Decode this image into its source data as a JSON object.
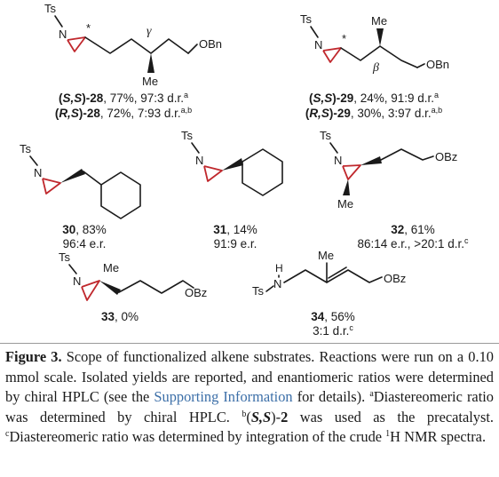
{
  "labels": {
    "ts": "Ts",
    "n": "N",
    "me": "Me",
    "obn": "OBn",
    "obz": "OBz",
    "h": "H",
    "star": "*",
    "gamma": "γ",
    "beta": "β"
  },
  "entries": {
    "e28": {
      "l1_pre": "(",
      "l1_ss": "S,S",
      "l1_mid": ")-",
      "l1_num": "28",
      "l1_txt": ", 77%, 97:3 d.r.",
      "l1_sup": "a",
      "l2_pre": "(",
      "l2_rs": "R,S",
      "l2_mid": ")-",
      "l2_num": "28",
      "l2_txt": ", 72%, 7:93 d.r.",
      "l2_sup": "a,b"
    },
    "e29": {
      "l1_pre": "(",
      "l1_ss": "S,S",
      "l1_mid": ")-",
      "l1_num": "29",
      "l1_txt": ", 24%, 91:9 d.r.",
      "l1_sup": "a",
      "l2_pre": "(",
      "l2_rs": "R,S",
      "l2_mid": ")-",
      "l2_num": "29",
      "l2_txt": ", 30%, 3:97 d.r.",
      "l2_sup": "a,b"
    },
    "e30": {
      "num": "30",
      "txt": ", 83%",
      "l2": "96:4 e.r."
    },
    "e31": {
      "num": "31",
      "txt": ", 14%",
      "l2": "91:9 e.r."
    },
    "e32": {
      "num": "32",
      "txt": ", 61%",
      "l2": "86:14 e.r., >20:1 d.r.",
      "l2_sup": "c"
    },
    "e33": {
      "num": "33",
      "txt": ", 0%"
    },
    "e34": {
      "num": "34",
      "txt": ", 56%",
      "l2": "3:1 d.r.",
      "l2_sup": "c"
    }
  },
  "caption": {
    "fig": "Figure 3.",
    "t1": " Scope of functionalized alkene substrates. Reactions were run on a 0.10 mmol scale. Isolated yields are reported, and enantiomeric ratios were determined by chiral HPLC (see the ",
    "link": "Supporting Information",
    "t2": " for details). ",
    "sa": "a",
    "t3": "Diastereomeric ratio was determined by chiral HPLC. ",
    "sb": "b",
    "t4": "(",
    "ss": "S,S",
    "t5": ")-",
    "two": "2",
    "t6": " was used as the precatalyst. ",
    "sc": "c",
    "t7": "Diastereomeric ratio was determined by integration of the crude ",
    "s1": "1",
    "t8": "H NMR spectra."
  }
}
